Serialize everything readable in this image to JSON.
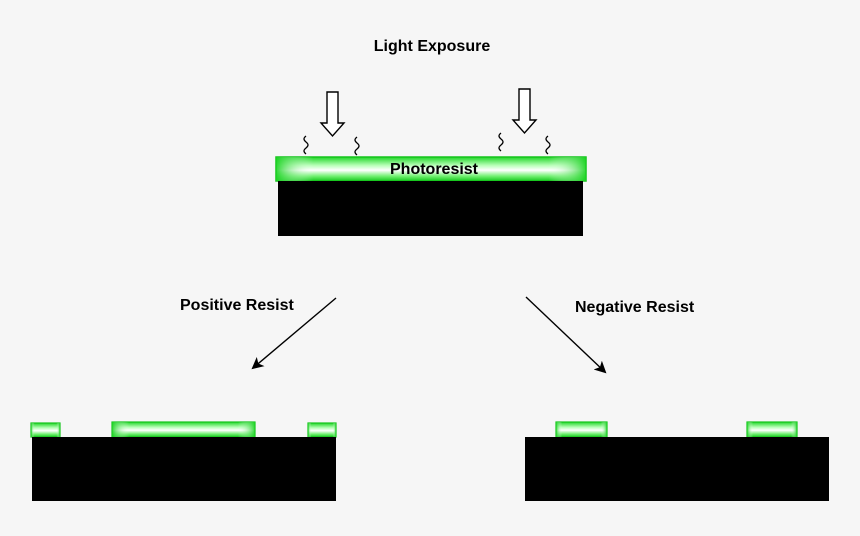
{
  "title": "Light Exposure",
  "photoresist_label": "Photoresist",
  "positive_label": "Positive Resist",
  "negative_label": "Negative Resist",
  "colors": {
    "background": "#f6f6f6",
    "substrate": "#000000",
    "resist_green": "#22e22a",
    "resist_highlight": "#eaffea",
    "text": "#000000"
  }
}
